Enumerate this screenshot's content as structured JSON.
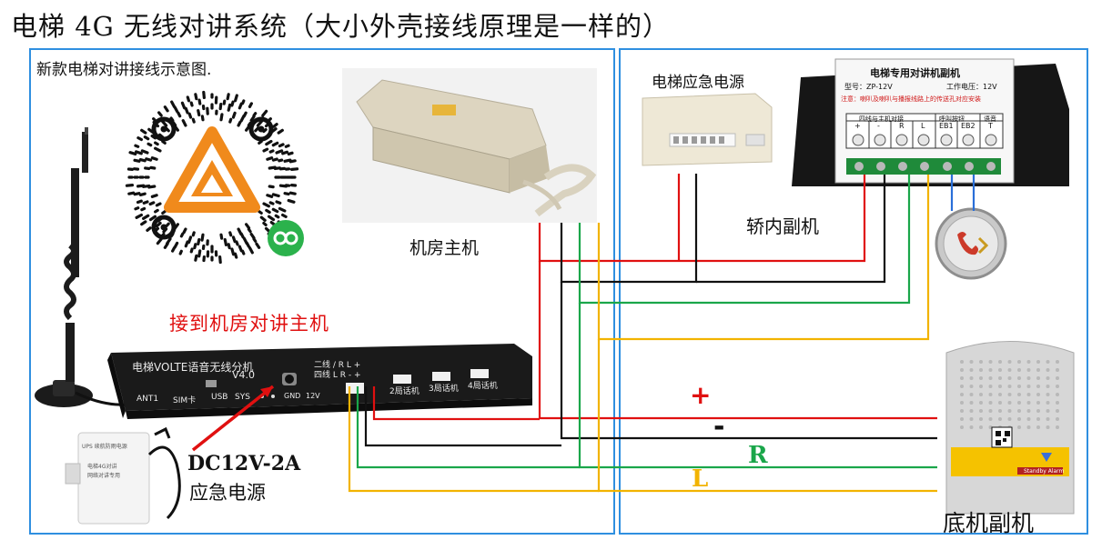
{
  "title": "电梯 4G 无线对讲系统（大小外壳接线原理是一样的）",
  "left_panel": {
    "caption": "新款电梯对讲接线示意图.",
    "main_unit_label": "机房主机",
    "connect_note": "接到机房对讲主机",
    "gateway_text": "电梯VOLTE语音无线分机",
    "gateway_version": "V4.0",
    "gateway_ports": [
      "ANT1",
      "SIM卡",
      "USB",
      "SYS",
      "GND",
      "12V"
    ],
    "gateway_ext_labels": [
      "2局话机",
      "3局话机",
      "4局话机"
    ],
    "gateway_wire_legend": [
      "二线 / R L +",
      "四线 L R - +"
    ],
    "power_label_1": "DC12V-2A",
    "power_label_2": "应急电源",
    "power_box_lines": [
      "UPS 续航防雨电源",
      "电梯4G对讲",
      "网络对讲专用"
    ]
  },
  "right_panel": {
    "emergency_power_label": "电梯应急电源",
    "car_unit_label": "轿内副机",
    "car_unit_title": "电梯专用对讲机副机",
    "car_unit_model": "型号：ZP-12V",
    "car_unit_voltage": "工作电压：12V",
    "car_unit_warning": "注意：喇叭及喇叭与播报线路上的传送孔对应安装",
    "car_unit_headers": [
      "四线与主机对接",
      "呼叫按钮",
      "语音"
    ],
    "car_unit_terminals": [
      "+",
      "-",
      "R",
      "L",
      "EB1",
      "EB2",
      "T"
    ],
    "pit_unit_label": "底机副机",
    "pit_unit_tag": "Standby Alarm"
  },
  "wire_labels": {
    "plus": "+",
    "minus": "-",
    "r": "R",
    "l": "L"
  },
  "colors": {
    "panel_border": "#2f8fe0",
    "wire_red": "#e01010",
    "wire_black": "#111111",
    "wire_green": "#1aa64a",
    "wire_yellow": "#f2b300"
  }
}
